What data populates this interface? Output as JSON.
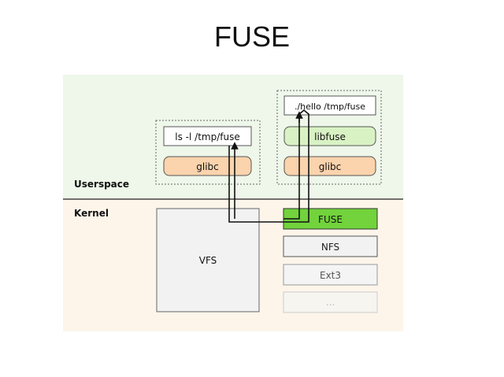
{
  "title": "FUSE",
  "diagram": {
    "zones": {
      "userspace_label": "Userspace",
      "kernel_label": "Kernel"
    },
    "left_group": {
      "command": "ls -l /tmp/fuse",
      "lib": "glibc"
    },
    "right_group": {
      "command": "./hello /tmp/fuse",
      "lib1": "libfuse",
      "lib2": "glibc"
    },
    "kernel": {
      "vfs": "VFS",
      "fs_list": [
        "FUSE",
        "NFS",
        "Ext3",
        "..."
      ]
    },
    "colors": {
      "userspace_bg": "#eef7ea",
      "kernel_bg": "#fdf5ea",
      "glibc_fill": "#fbd3ad",
      "libfuse_fill": "#d9f2c4",
      "fuse_fill": "#72d33c",
      "vfs_fill": "#f2f2f2",
      "divider": "#444444"
    }
  }
}
